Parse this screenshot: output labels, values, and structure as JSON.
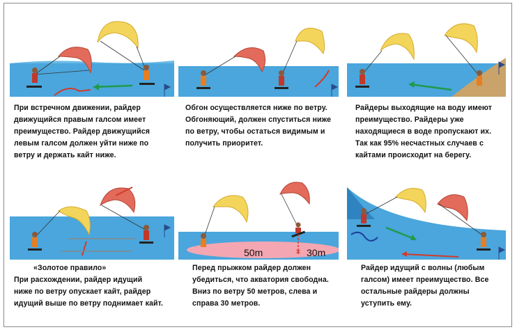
{
  "panels": [
    {
      "lines": [
        "При встречном движении, райдер",
        "движущийся правым галсом имеет",
        "преимущество. Райдер движущийся",
        "левым галсом должен уйти ниже по",
        "ветру и держать кайт ниже."
      ]
    },
    {
      "lines": [
        "Обгон осуществляется ниже по ветру.",
        "Обгоняющий, должен спуститься ниже",
        "по ветру, чтобы остаться видимым и",
        "получить приоритет."
      ]
    },
    {
      "lines": [
        "Райдеры выходящие на воду имеют",
        "преимущество. Райдеры уже",
        "находящиеся в воде пропускают их.",
        "Так как 95% несчастных случаев с",
        "кайтами происходит на берегу."
      ]
    },
    {
      "lines": [
        "«Золотое правило»",
        "При расхождении, райдер идущий",
        "ниже по ветру опускает кайт, райдер",
        "идущий выше по ветру поднимает кайт."
      ]
    },
    {
      "lines": [
        "Перед прыжком райдер должен",
        "убедиться, что акватория свободна.",
        "Вниз по ветру 50 метров, слева и",
        "справа 30 метров."
      ],
      "labels": {
        "left": "50m",
        "right": "30m"
      }
    },
    {
      "lines": [
        "Райдер идущий с волны (любым",
        "галсом) имеет преимущество. Все",
        "остальные райдеры должны",
        "уступить ему."
      ]
    }
  ],
  "colors": {
    "water": "#4aa6dc",
    "sand": "#c9a36a",
    "arrow_red": "#d23a2a",
    "arrow_green": "#1f9a4a",
    "kite_yellow": "#f3d55c",
    "kite_red": "#e26b5b",
    "zone_pink": "#f4a7b2"
  },
  "icons": [
    "kite-icon",
    "rider-icon",
    "wind-flag-icon",
    "arrow-icon"
  ]
}
